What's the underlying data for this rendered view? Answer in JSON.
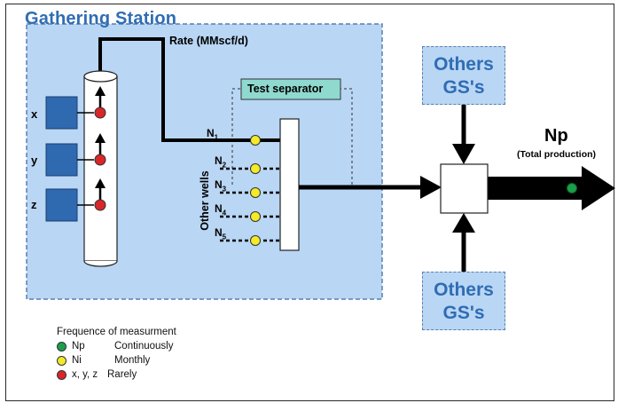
{
  "title": "Gathering Station",
  "rate_label": "Rate (MMscf/d)",
  "test_separator_label": "Test separator",
  "other_wells_label": "Other wells",
  "wells": [
    {
      "label": "x"
    },
    {
      "label": "y"
    },
    {
      "label": "z"
    }
  ],
  "lines": [
    {
      "label": "N",
      "sub": "1"
    },
    {
      "label": "N",
      "sub": "2"
    },
    {
      "label": "N",
      "sub": "3"
    },
    {
      "label": "N",
      "sub": "4"
    },
    {
      "label": "N",
      "sub": "5"
    }
  ],
  "others_top": {
    "line1": "Others",
    "line2": "GS's"
  },
  "others_bottom": {
    "line1": "Others",
    "line2": "GS's"
  },
  "output": {
    "label": "Np",
    "sub": "(Total production)"
  },
  "legend": {
    "title": "Frequence of measurment",
    "items": [
      {
        "code": "Np",
        "desc": "Continuously",
        "color": "#1aa04a"
      },
      {
        "code": "Ni",
        "desc": "Monthly",
        "color": "#f2ea2a"
      },
      {
        "code": "x, y, z",
        "desc": "Rarely",
        "color": "#d8262a"
      }
    ]
  },
  "colors": {
    "station_fill": "#b9d6f4",
    "station_border": "#5a7fae",
    "title": "#2f6db4",
    "well_box": "#2f69b0",
    "separator_fill": "#8fd9cf",
    "red_dot": "#d8262a",
    "yellow_dot": "#f2ea2a",
    "green_dot": "#1aa04a"
  }
}
